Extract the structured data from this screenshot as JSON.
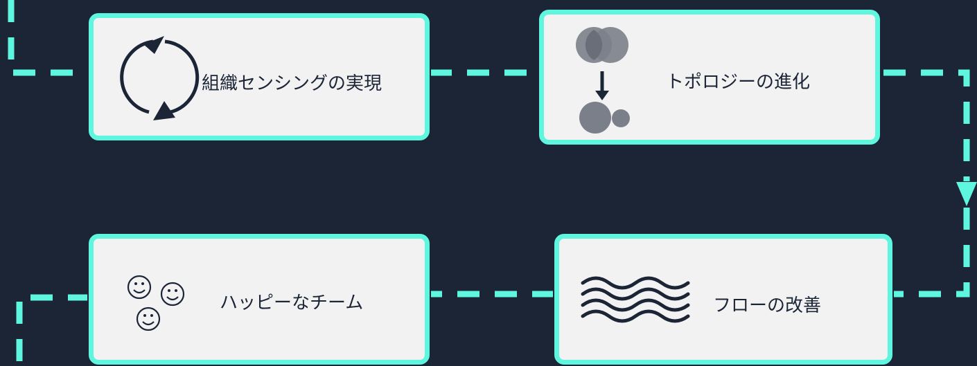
{
  "boxes": {
    "sensing": {
      "label": "組織センシングの実現",
      "icon": "refresh-cycle-icon"
    },
    "topology": {
      "label": "トポロジーの進化",
      "icon": "merge-to-split-icon"
    },
    "flow": {
      "label": "フローの改善",
      "icon": "waves-icon"
    },
    "happy": {
      "label": "ハッピーなチーム",
      "icon": "smiley-faces-icon"
    }
  },
  "colors": {
    "background": "#1b2536",
    "accent": "#5ff6e0",
    "box": "#f2f2f3",
    "ink": "#1b2536",
    "gray": "#7b7f8a"
  }
}
